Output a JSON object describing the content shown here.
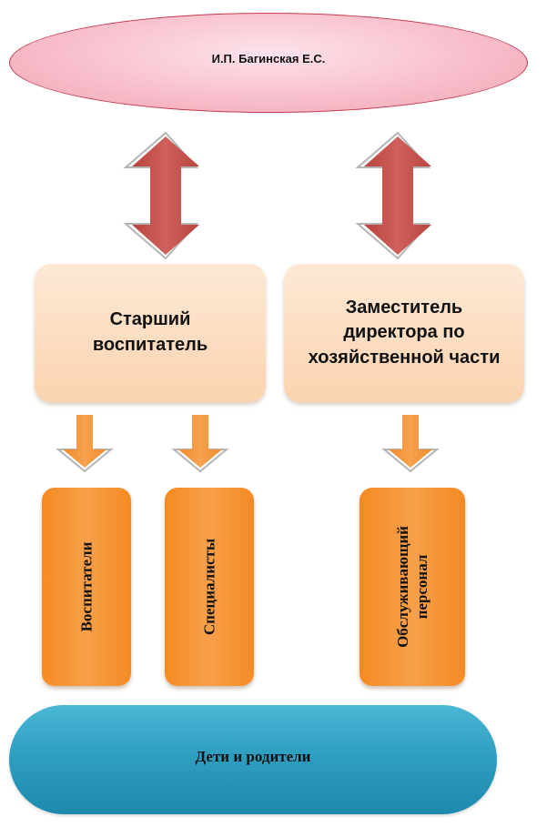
{
  "top": {
    "label": "И.П. Багинская Е.С."
  },
  "middle": {
    "left": {
      "line1": "Старший",
      "line2": "воспитатель"
    },
    "right": {
      "line1": "Заместитель",
      "line2": "директора по",
      "line3": "хозяйственной части"
    }
  },
  "staff": {
    "educators": {
      "label": "Воспитатели"
    },
    "specialists": {
      "label": "Специалисты"
    },
    "service": {
      "line1": "Обслуживающий",
      "line2": "персонал"
    }
  },
  "bottom": {
    "label": "Дети и родители"
  },
  "colors": {
    "ellipse_border": "#c63a4f",
    "double_arrow": "#c0504d",
    "orange": "#f58a23",
    "blue": "#2f9fc1"
  }
}
